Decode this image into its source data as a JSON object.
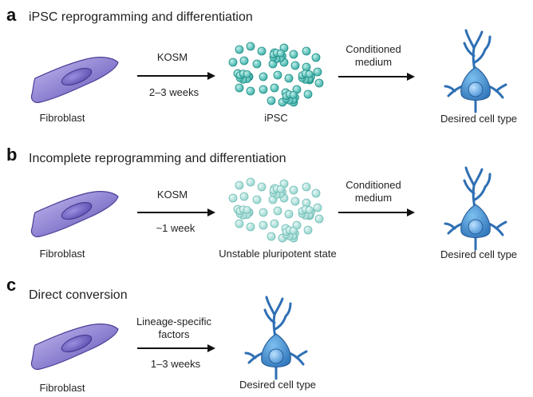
{
  "panels": [
    {
      "letter": "a",
      "title": "iPSC reprogramming and differentiation",
      "start_label": "Fibroblast",
      "step1_top": "KOSM",
      "step1_bottom": "2–3 weeks",
      "middle_label": "iPSC",
      "step2_line1": "Conditioned",
      "step2_line2": "medium",
      "end_label": "Desired cell type",
      "colony_style": "solid"
    },
    {
      "letter": "b",
      "title": "Incomplete reprogramming and differentiation",
      "start_label": "Fibroblast",
      "step1_top": "KOSM",
      "step1_bottom": "~1 week",
      "middle_label": "Unstable pluripotent state",
      "step2_line1": "Conditioned",
      "step2_line2": "medium",
      "end_label": "Desired cell type",
      "colony_style": "pale"
    },
    {
      "letter": "c",
      "title": "Direct conversion",
      "start_label": "Fibroblast",
      "step1_line1": "Lineage-specific",
      "step1_line2": "factors",
      "step1_bottom": "1–3 weeks",
      "end_label": "Desired cell type"
    }
  ],
  "colors": {
    "fibroblast_fill": "#8b7fd0",
    "fibroblast_nucleus": "#6a5cb8",
    "ipsc_fill": "#3fbcb4",
    "ipsc_pale_fill": "#a6dcd6",
    "neuron_fill": "#3b82c4",
    "neuron_nucleus": "#6aaee6",
    "arrow": "#111111"
  },
  "icons": [
    "fibroblast-icon",
    "ipsc-colony-icon",
    "neuron-icon"
  ]
}
